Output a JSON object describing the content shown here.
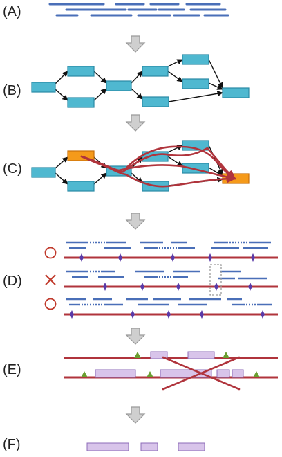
{
  "labels": {
    "a": "(A)",
    "b": "(B)",
    "c": "(C)",
    "d": "(D)",
    "e": "(E)",
    "f": "(F)"
  },
  "marks": {
    "accept": "accept-circle-icon",
    "reject": "reject-cross-icon"
  },
  "colors": {
    "read_blue": "#4a6fb8",
    "node_fill": "#4fb8d0",
    "node_stroke": "#2a8aa5",
    "highlight_node": "#f59a1a",
    "path_red": "#b0343c",
    "variant_purple": "#5a3aa8",
    "gene_box": "#d8c4ea",
    "gene_box_stroke": "#8d6bb8",
    "promoter_green": "#6a9e30",
    "arrow_gray": "#c8c8c8"
  }
}
